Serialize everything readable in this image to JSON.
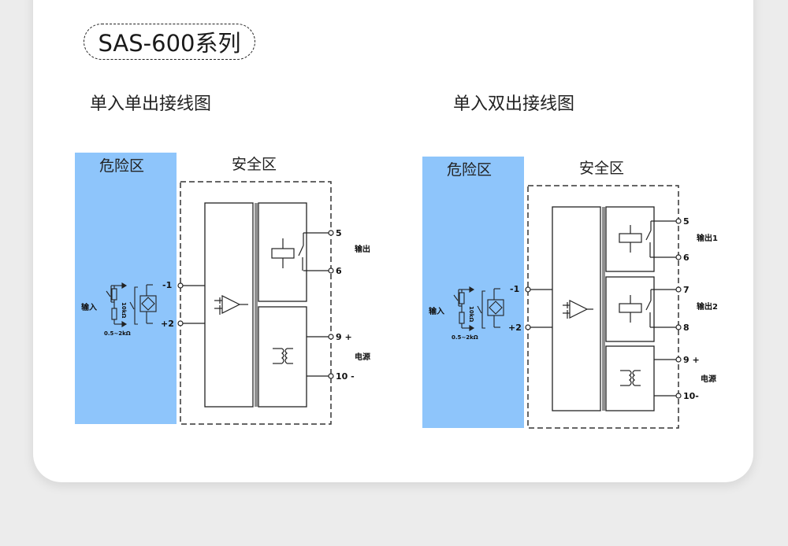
{
  "header": {
    "series_title": "SAS-600系列"
  },
  "diagrams": [
    {
      "title": "单入单出接线图",
      "hazard_zone_label": "危险区",
      "safe_zone_label": "安全区",
      "input_label": "输入",
      "resistor_top_label": "10kΩ",
      "resistor_bottom_label": "0.5~2kΩ",
      "input_terminals": [
        "-1",
        "+2"
      ],
      "outputs": [
        {
          "label": "输出",
          "terminals": [
            "5",
            "6"
          ]
        }
      ],
      "power": {
        "label": "电源",
        "terminals": [
          "9 +",
          "10 -"
        ]
      },
      "hazard_color": "#8ec5fb"
    },
    {
      "title": "单入双出接线图",
      "hazard_zone_label": "危险区",
      "safe_zone_label": "安全区",
      "input_label": "输入",
      "resistor_top_label": "10kΩ",
      "resistor_bottom_label": "0.5~2kΩ",
      "input_terminals": [
        "-1",
        "+2"
      ],
      "outputs": [
        {
          "label": "输出1",
          "terminals": [
            "5",
            "6"
          ]
        },
        {
          "label": "输出2",
          "terminals": [
            "7",
            "8"
          ]
        }
      ],
      "power": {
        "label": "电源",
        "terminals": [
          "9 +",
          "10-"
        ]
      },
      "hazard_color": "#8ec5fb"
    }
  ]
}
